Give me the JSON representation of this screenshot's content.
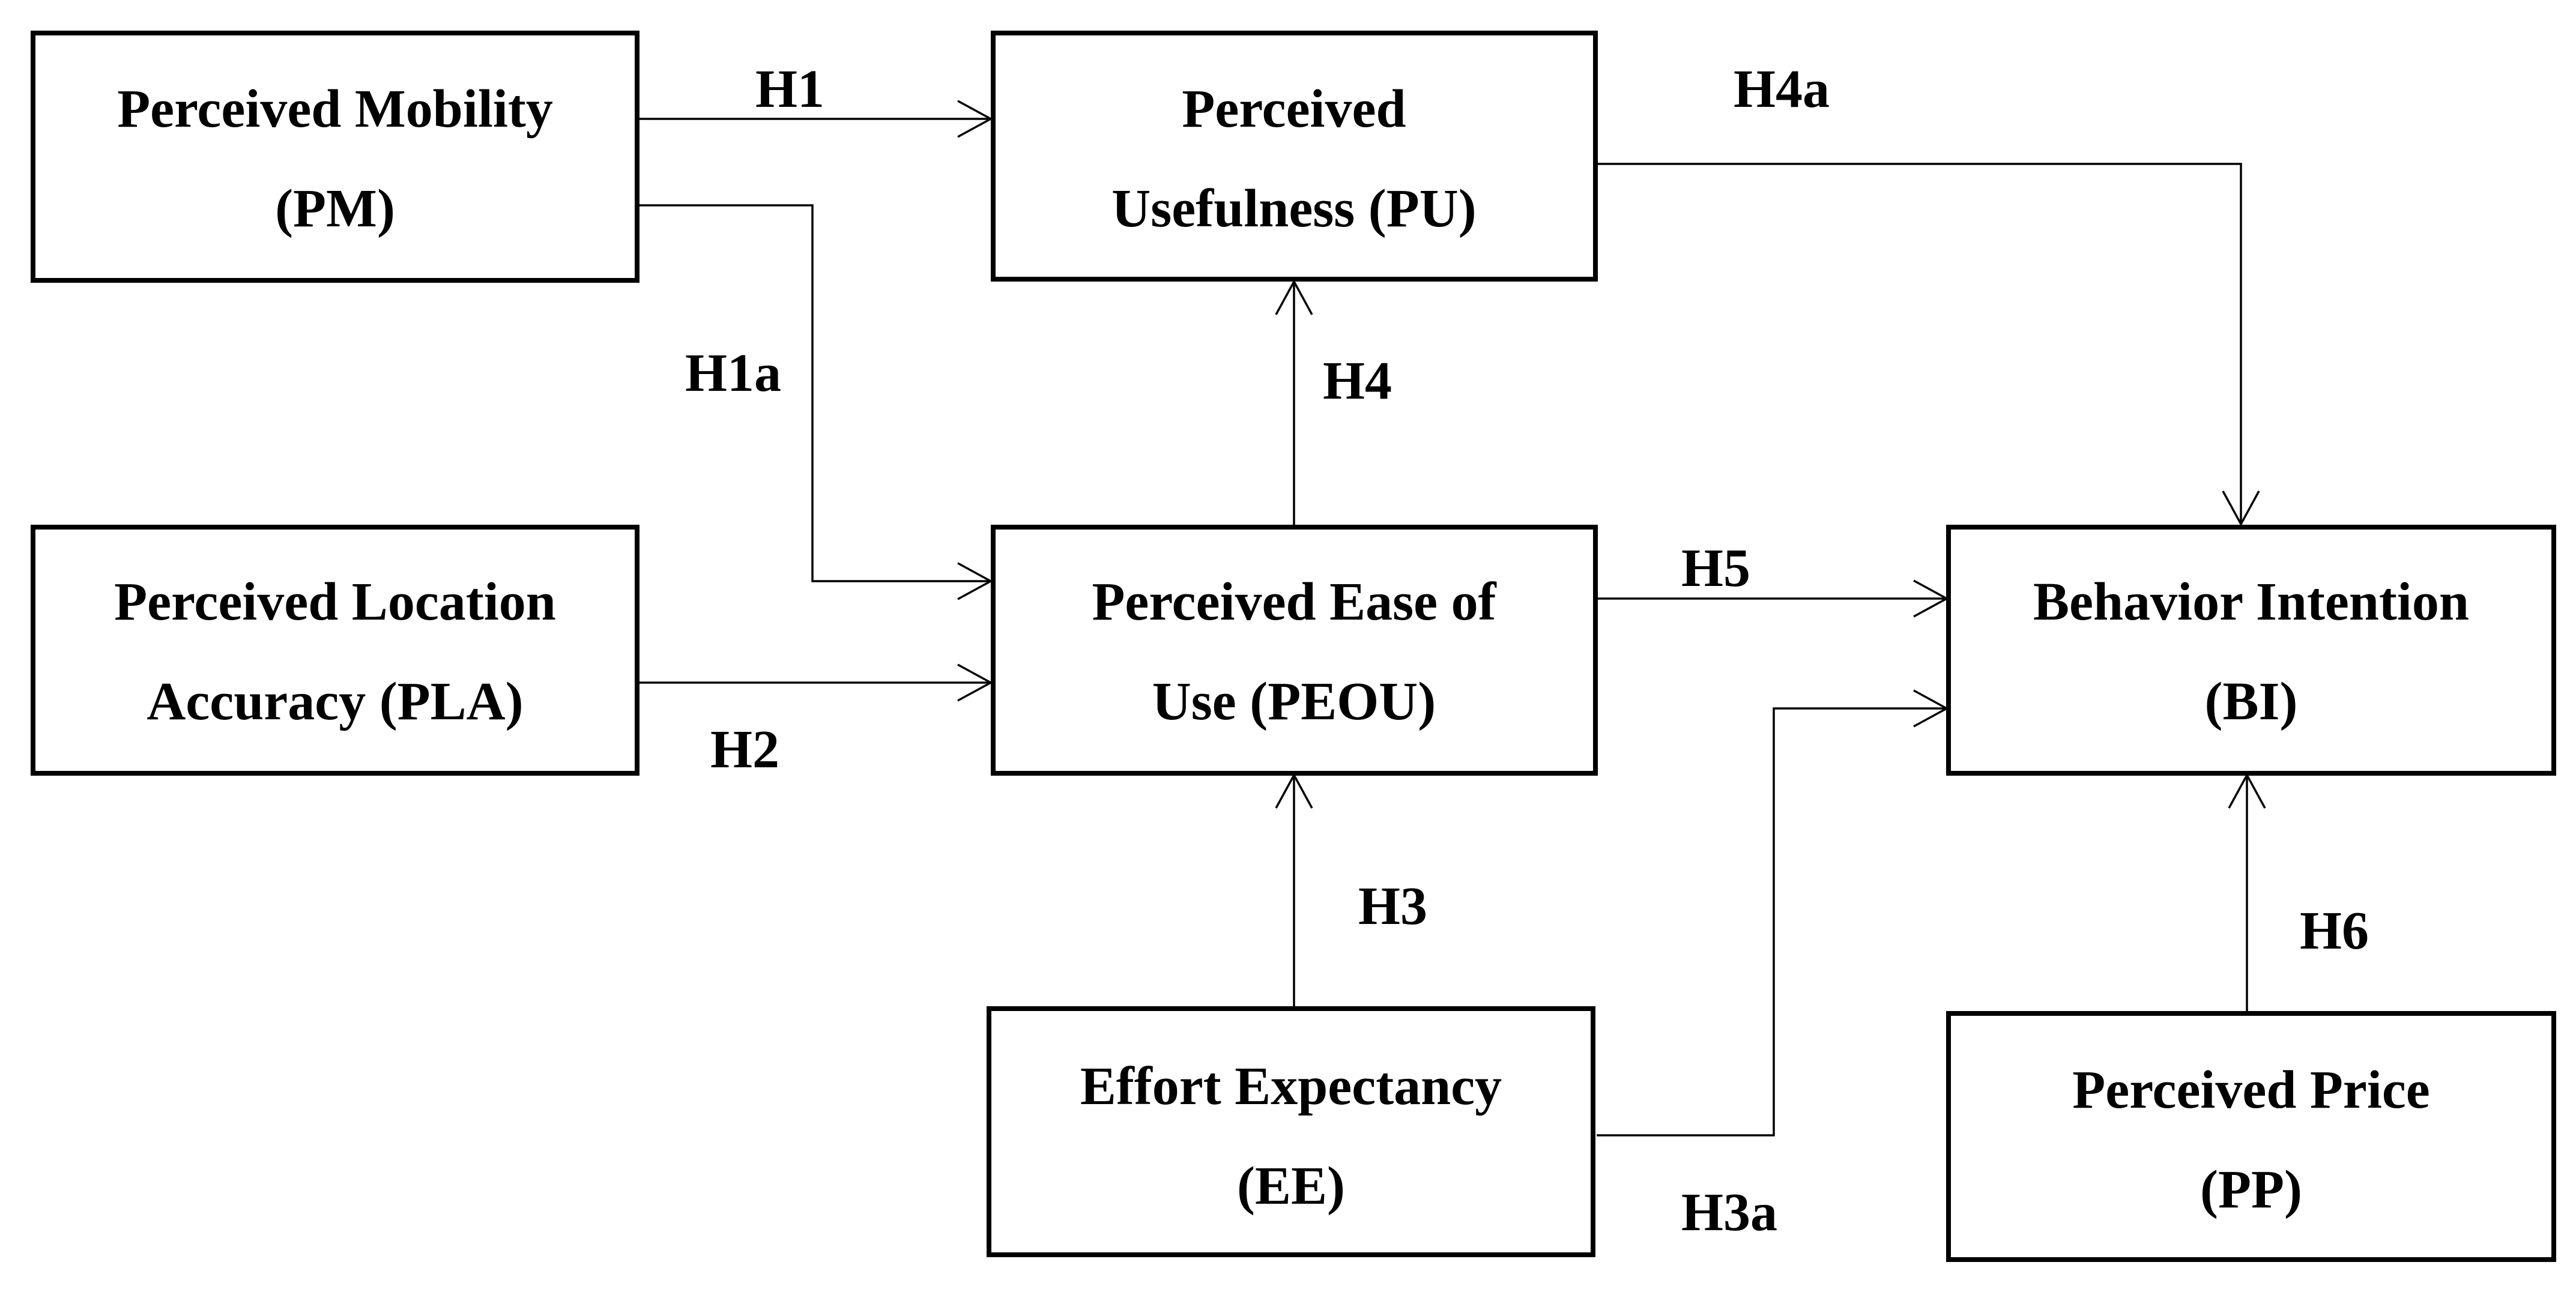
{
  "nodes": {
    "pm": {
      "line1": "Perceived Mobility",
      "line2": "(PM)"
    },
    "pla": {
      "line1": "Perceived Location",
      "line2": "Accuracy (PLA)"
    },
    "pu": {
      "line1": "Perceived",
      "line2": "Usefulness (PU)"
    },
    "peou": {
      "line1": "Perceived Ease of",
      "line2": "Use (PEOU)"
    },
    "ee": {
      "line1": "Effort Expectancy",
      "line2": "(EE)"
    },
    "bi": {
      "line1": "Behavior Intention",
      "line2": "(BI)"
    },
    "pp": {
      "line1": "Perceived Price",
      "line2": "(PP)"
    }
  },
  "edges": {
    "h1": {
      "label": "H1",
      "from": "pm",
      "to": "pu"
    },
    "h1a": {
      "label": "H1a",
      "from": "pm",
      "to": "peou"
    },
    "h2": {
      "label": "H2",
      "from": "pla",
      "to": "peou"
    },
    "h3": {
      "label": "H3",
      "from": "ee",
      "to": "peou"
    },
    "h3a": {
      "label": "H3a",
      "from": "ee",
      "to": "bi"
    },
    "h4": {
      "label": "H4",
      "from": "peou",
      "to": "pu"
    },
    "h4a": {
      "label": "H4a",
      "from": "pu",
      "to": "bi"
    },
    "h5": {
      "label": "H5",
      "from": "peou",
      "to": "bi"
    },
    "h6": {
      "label": "H6",
      "from": "pp",
      "to": "bi"
    }
  }
}
